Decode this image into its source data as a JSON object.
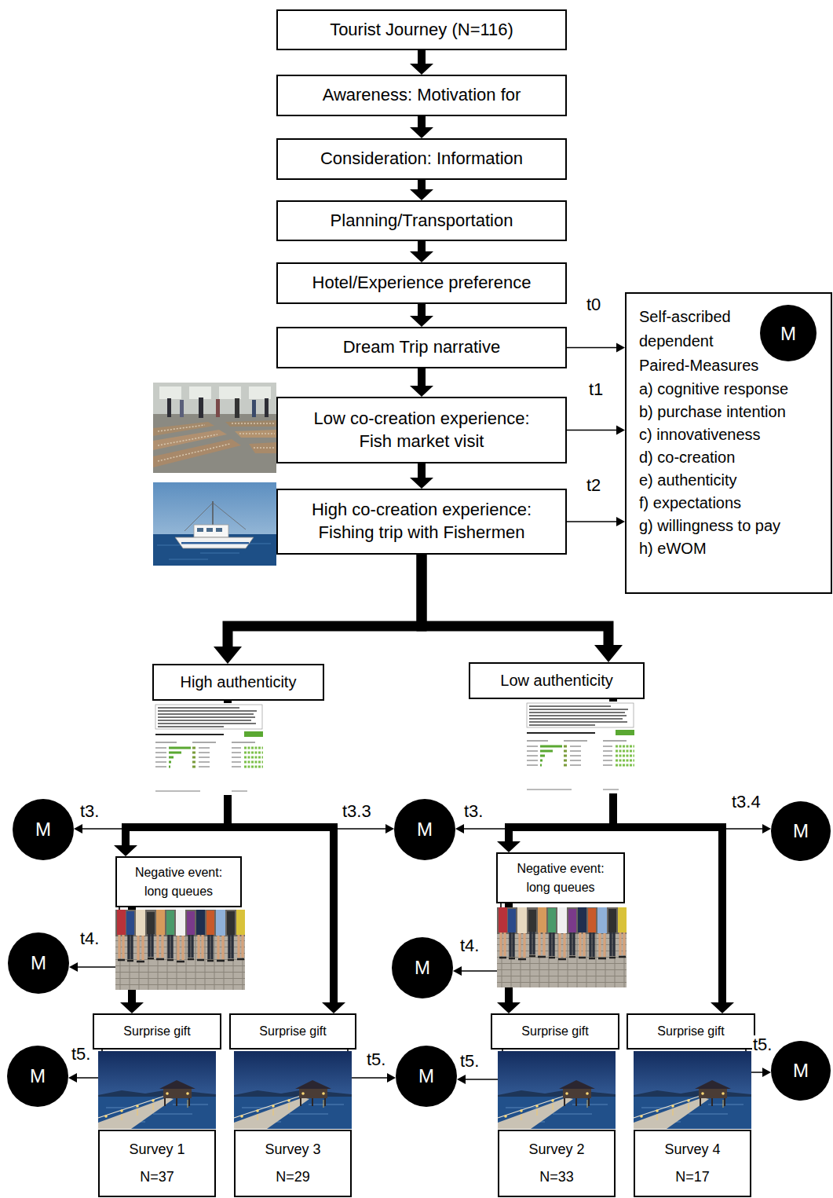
{
  "diagram": {
    "nodes": [
      {
        "text": [
          "Tourist Journey (N=116)"
        ]
      },
      {
        "text": [
          "Awareness: Motivation for"
        ]
      },
      {
        "text": [
          "Consideration: Information"
        ]
      },
      {
        "text": [
          "Planning/Transportation"
        ]
      },
      {
        "text": [
          "Hotel/Experience preference"
        ]
      },
      {
        "text": [
          "Dream Trip narrative"
        ]
      },
      {
        "text": [
          "Low co-creation experience: Fish market visit"
        ]
      },
      {
        "text": [
          "High co-creation experience: Fishing trip with Fishermen"
        ]
      },
      {
        "text": [
          "Self-ascribed dependent Paired-Measures",
          "a) cognitive response",
          "b) purchase intention",
          "c) innovativeness",
          "d) co-creation",
          "e) authenticity",
          "f) expectations",
          "g) willingness to pay",
          "h) eWOM"
        ]
      },
      {
        "text": [
          "M"
        ],
        "in": 8
      },
      {
        "text": [
          "High authenticity"
        ]
      },
      {
        "text": [
          "Low authenticity"
        ]
      },
      {
        "text": [
          "M"
        ]
      },
      {
        "text": [
          "M"
        ]
      },
      {
        "text": [
          "M"
        ]
      },
      {
        "text": [
          "Negative event: long queues"
        ]
      },
      {
        "text": [
          "Negative event: long queues"
        ]
      },
      {
        "text": [
          "M"
        ]
      },
      {
        "text": [
          "M"
        ]
      },
      {
        "text": [
          "Surprise gift"
        ]
      },
      {
        "text": [
          "Surprise gift"
        ]
      },
      {
        "text": [
          "Surprise gift"
        ]
      },
      {
        "text": [
          "Surprise gift"
        ]
      },
      {
        "text": [
          "M"
        ]
      },
      {
        "text": [
          "M"
        ]
      },
      {
        "text": [
          "M"
        ]
      },
      {
        "text": [
          "Survey 1",
          "N=37"
        ]
      },
      {
        "text": [
          "Survey 3",
          "N=29"
        ]
      },
      {
        "text": [
          "Survey 2",
          "N=33"
        ]
      },
      {
        "text": [
          "Survey 4",
          "N=17"
        ]
      }
    ],
    "edges": [
      {
        "from": 0,
        "to": 1,
        "arrow": "to"
      },
      {
        "from": 1,
        "to": 2,
        "arrow": "to"
      },
      {
        "from": 2,
        "to": 3,
        "arrow": "to"
      },
      {
        "from": 3,
        "to": 4,
        "arrow": "to"
      },
      {
        "from": 4,
        "to": 5,
        "arrow": "to"
      },
      {
        "from": 5,
        "to": 6,
        "arrow": "to"
      },
      {
        "from": 6,
        "to": 7,
        "arrow": "to"
      },
      {
        "from": 5,
        "to": 8,
        "label": "t0",
        "arrow": "to"
      },
      {
        "from": 6,
        "to": 8,
        "label": "t1",
        "arrow": "to"
      },
      {
        "from": 7,
        "to": 8,
        "label": "t2",
        "arrow": "to"
      },
      {
        "from": 7,
        "to": 10,
        "arrow": "to"
      },
      {
        "from": 7,
        "to": 11,
        "arrow": "to"
      },
      {
        "from": 10,
        "to": 12,
        "label": "t3.",
        "arrow": "to"
      },
      {
        "from": 10,
        "to": 15,
        "arrow": "to"
      },
      {
        "from": 10,
        "to": 13,
        "label": "t3.3",
        "arrow": "to"
      },
      {
        "from": 10,
        "to": 20,
        "arrow": "to"
      },
      {
        "from": 11,
        "to": 13,
        "label": "t3.",
        "arrow": "to"
      },
      {
        "from": 11,
        "to": 16,
        "arrow": "to"
      },
      {
        "from": 11,
        "to": 14,
        "label": "t3.4",
        "arrow": "to"
      },
      {
        "from": 11,
        "to": 22,
        "arrow": "to"
      },
      {
        "from": 15,
        "to": 17,
        "label": "t4.",
        "arrow": "to"
      },
      {
        "from": 15,
        "to": 19,
        "arrow": "to"
      },
      {
        "from": 16,
        "to": 18,
        "label": "t4.",
        "arrow": "to"
      },
      {
        "from": 16,
        "to": 21,
        "arrow": "to"
      },
      {
        "from": 19,
        "to": 23,
        "label": "t5.",
        "arrow": "to"
      },
      {
        "from": 20,
        "to": 24,
        "label": "t5.",
        "arrow": "to"
      },
      {
        "from": 21,
        "to": 24,
        "label": "t5.",
        "arrow": "to"
      },
      {
        "from": 22,
        "to": 25,
        "label": "t5.",
        "arrow": "to"
      }
    ]
  }
}
